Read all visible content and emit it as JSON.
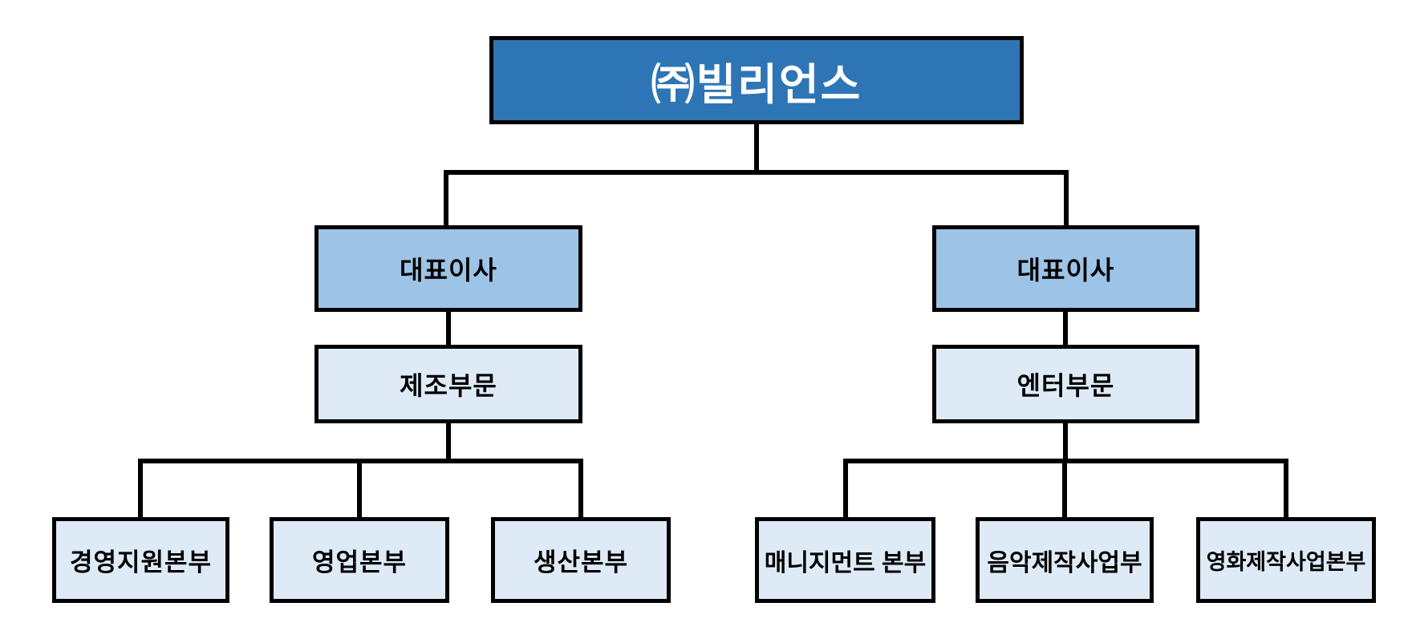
{
  "org": {
    "title": "organization-chart",
    "root": {
      "label": "㈜빌리언스"
    },
    "branches": [
      {
        "ceo": {
          "label": "대표이사"
        },
        "division": {
          "label": "제조부문"
        },
        "departments": [
          {
            "label": "경영지원본부"
          },
          {
            "label": "영업본부"
          },
          {
            "label": "생산본부"
          }
        ]
      },
      {
        "ceo": {
          "label": "대표이사"
        },
        "division": {
          "label": "엔터부문"
        },
        "departments": [
          {
            "label": "매니지먼트 본부"
          },
          {
            "label": "음악제작사업부"
          },
          {
            "label": "영화제작사업본부"
          }
        ]
      }
    ],
    "colors": {
      "root_fill": "#2E75B6",
      "root_text": "#FFFFFF",
      "ceo_fill": "#9DC3E6",
      "division_fill": "#DEEBF7",
      "department_fill": "#DEEBF7",
      "border": "#000000",
      "connector": "#000000",
      "text": "#000000",
      "background": "#FFFFFF"
    }
  }
}
